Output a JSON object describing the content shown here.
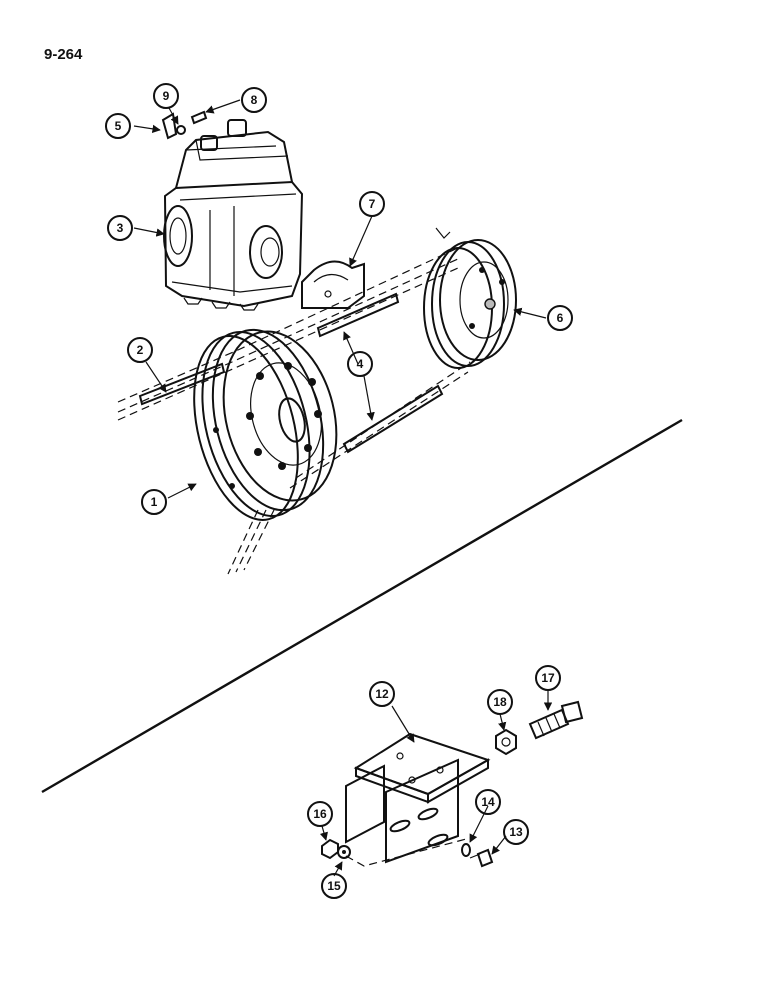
{
  "page": {
    "number": "9-264"
  },
  "callouts": [
    {
      "id": "c1",
      "label": "1"
    },
    {
      "id": "c2",
      "label": "2"
    },
    {
      "id": "c3",
      "label": "3"
    },
    {
      "id": "c4",
      "label": "4"
    },
    {
      "id": "c5",
      "label": "5"
    },
    {
      "id": "c6",
      "label": "6"
    },
    {
      "id": "c7",
      "label": "7"
    },
    {
      "id": "c8",
      "label": "8"
    },
    {
      "id": "c9",
      "label": "9"
    },
    {
      "id": "c12",
      "label": "12"
    },
    {
      "id": "c13",
      "label": "13"
    },
    {
      "id": "c14",
      "label": "14"
    },
    {
      "id": "c15",
      "label": "15"
    },
    {
      "id": "c16",
      "label": "16"
    },
    {
      "id": "c17",
      "label": "17"
    },
    {
      "id": "c18",
      "label": "18"
    }
  ]
}
